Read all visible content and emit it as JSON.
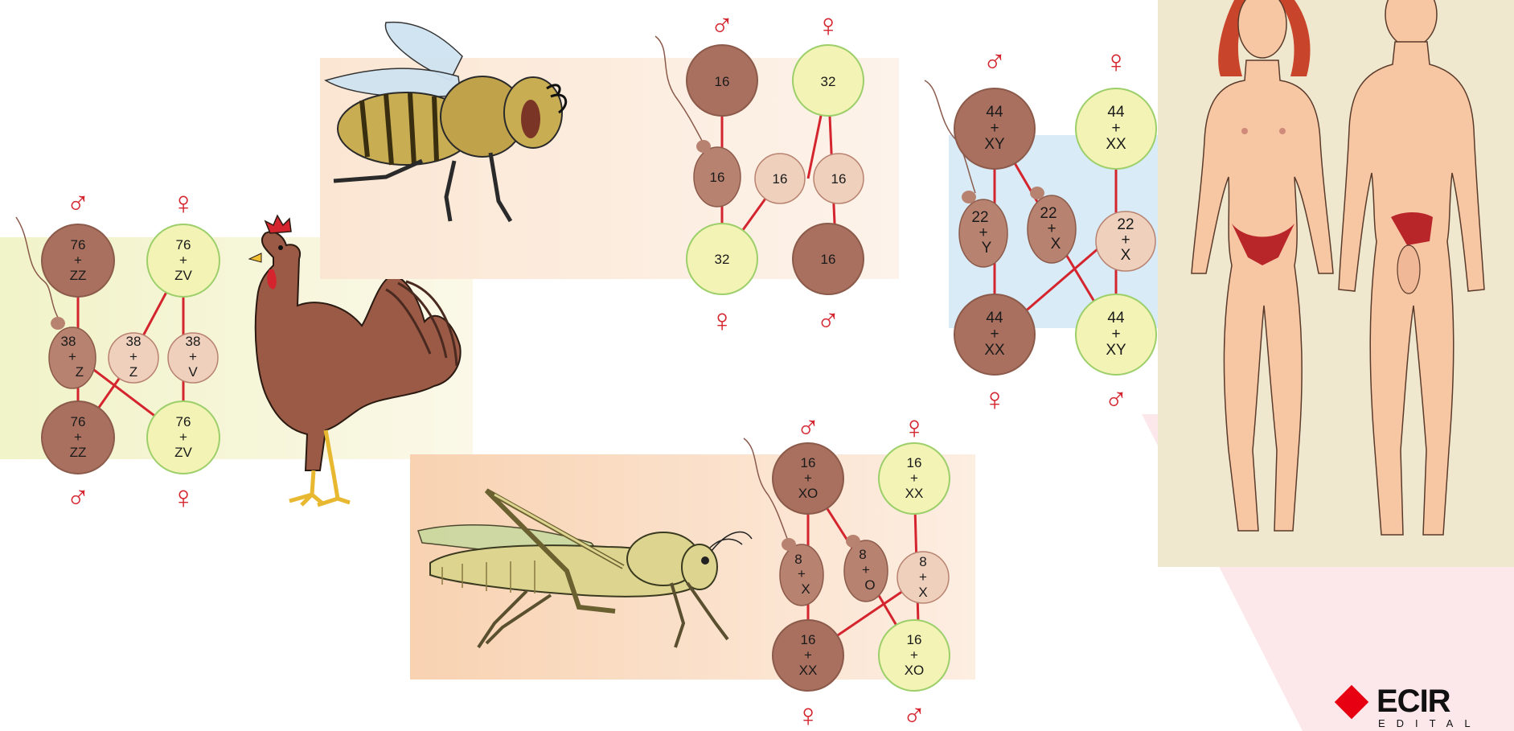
{
  "colors": {
    "male_cell": "#a9705f",
    "female_cell": "#f3f3b5",
    "gamete_male": "#b88270",
    "gamete_female": "#eed0bd",
    "line": "#d4252f",
    "symbol": "#d4252f",
    "chicken_bg": "#f1f3c8",
    "bee_bg": "#fbe6d3",
    "human_bg": "#d9ebf6",
    "grasshopper_bg": "#f8d2b1",
    "photo_bg": "#efe8cf"
  },
  "symbols": {
    "male": "♂",
    "female": "♀"
  },
  "chicken": {
    "icon": "rooster-icon",
    "top_male": [
      "76",
      "+",
      "ZZ"
    ],
    "top_female": [
      "76",
      "+",
      "ZV"
    ],
    "gamete_male": [
      "38",
      "+",
      "Z"
    ],
    "gamete_female_1": [
      "38",
      "+",
      "Z"
    ],
    "gamete_female_2": [
      "38",
      "+",
      "V"
    ],
    "bottom_male": [
      "76",
      "+",
      "ZZ"
    ],
    "bottom_female": [
      "76",
      "+",
      "ZV"
    ]
  },
  "bee": {
    "icon": "bee-icon",
    "top_male": [
      "16"
    ],
    "top_female": [
      "32"
    ],
    "gamete_male": [
      "16"
    ],
    "gamete_female_1": [
      "16"
    ],
    "gamete_female_2": [
      "16"
    ],
    "bottom_female": [
      "32"
    ],
    "bottom_male": [
      "16"
    ]
  },
  "human": {
    "top_male": [
      "44",
      "+",
      "XY"
    ],
    "top_female": [
      "44",
      "+",
      "XX"
    ],
    "gamete_male_1": [
      "22",
      "+",
      "Y"
    ],
    "gamete_male_2": [
      "22",
      "+",
      "X"
    ],
    "gamete_female": [
      "22",
      "+",
      "X"
    ],
    "bottom_female": [
      "44",
      "+",
      "XX"
    ],
    "bottom_male": [
      "44",
      "+",
      "XY"
    ]
  },
  "grasshopper": {
    "icon": "grasshopper-icon",
    "top_male": [
      "16",
      "+",
      "XO"
    ],
    "top_female": [
      "16",
      "+",
      "XX"
    ],
    "gamete_male_1": [
      "8",
      "+",
      "X"
    ],
    "gamete_male_2": [
      "8",
      "+",
      "O"
    ],
    "gamete_female": [
      "8",
      "+",
      "X"
    ],
    "bottom_female": [
      "16",
      "+",
      "XX"
    ],
    "bottom_male": [
      "16",
      "+",
      "XO"
    ]
  },
  "photo": {
    "icon": "human-figures-icon"
  },
  "logo": {
    "word": "ECIR",
    "sub": "EDITAL"
  }
}
